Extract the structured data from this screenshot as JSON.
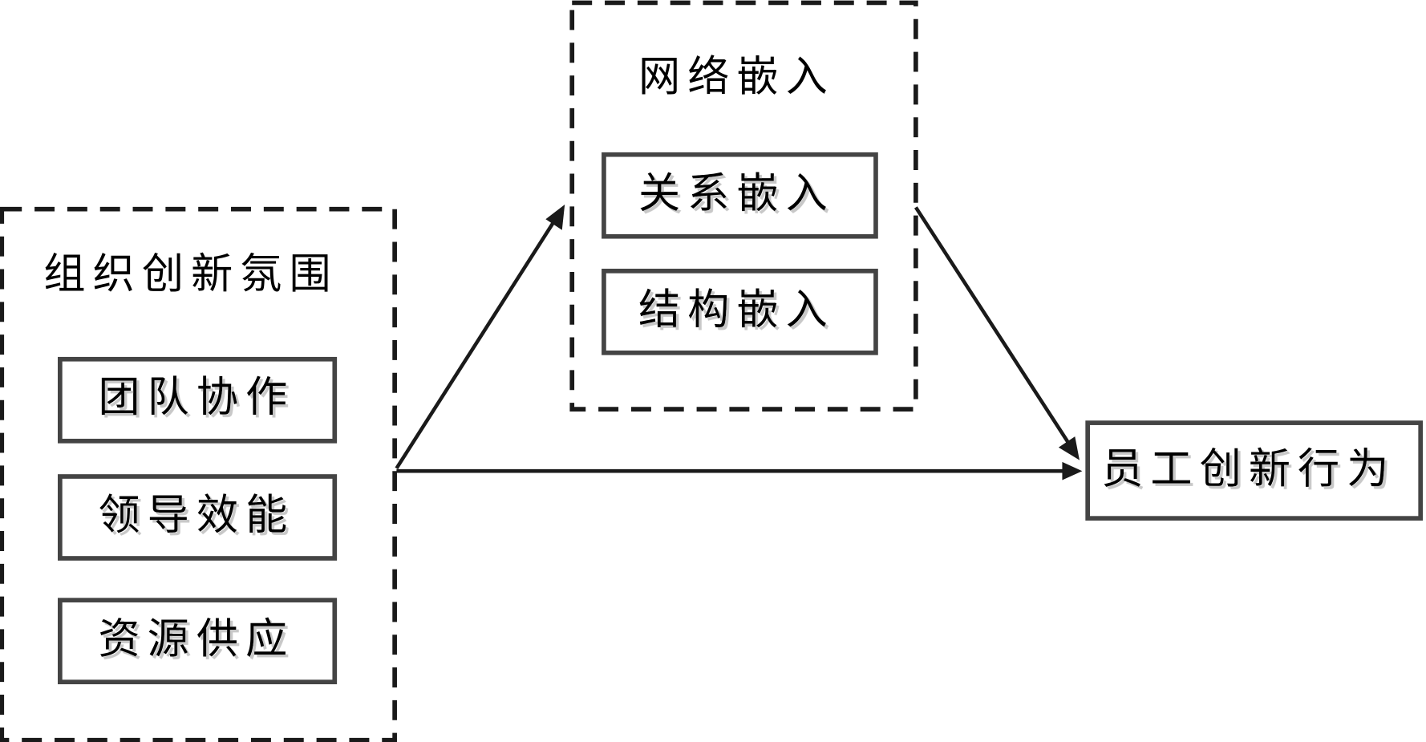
{
  "diagram": {
    "groups": {
      "climate": {
        "title": "组织创新氛围",
        "items": [
          "团队协作",
          "领导效能",
          "资源供应"
        ]
      },
      "network": {
        "title": "网络嵌入",
        "items": [
          "关系嵌入",
          "结构嵌入"
        ]
      }
    },
    "outcome": {
      "label": "员工创新行为"
    },
    "edges": [
      {
        "from": "组织创新氛围",
        "to": "网络嵌入"
      },
      {
        "from": "网络嵌入",
        "to": "员工创新行为"
      },
      {
        "from": "组织创新氛围",
        "to": "员工创新行为"
      }
    ],
    "colors": {
      "line": "#1a1a1a",
      "box_border": "#444444",
      "text_shadow": "#c8c8c8"
    }
  }
}
